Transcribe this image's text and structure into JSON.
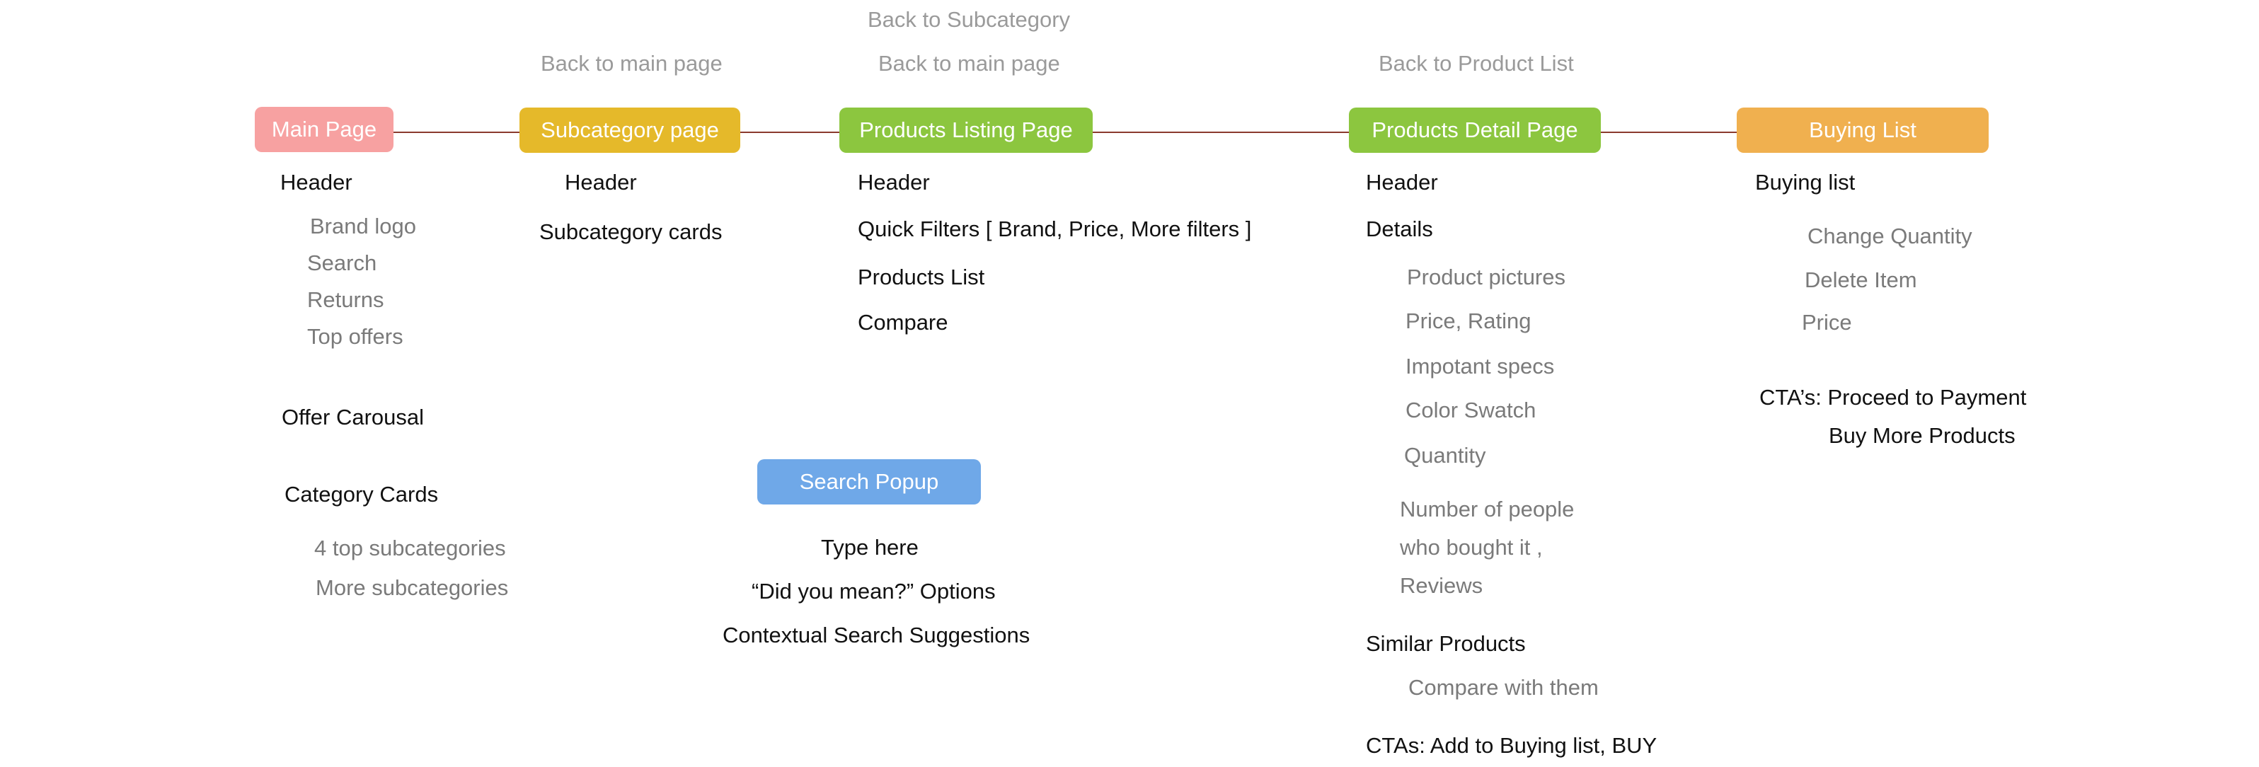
{
  "colors": {
    "main_page": "#f7a1a1",
    "subcategory": "#e5b92a",
    "listing": "#8cc63f",
    "detail": "#8cc63f",
    "buying": "#f0b04f",
    "search_popup": "#6fa8e8",
    "connector": "#8b3a2e"
  },
  "nodes": {
    "main_page": "Main Page",
    "subcategory": "Subcategory page",
    "listing": "Products Listing Page",
    "detail": "Products Detail Page",
    "buying": "Buying List",
    "search_popup": "Search Popup"
  },
  "back_links": {
    "sub_to_main": "Back to main page",
    "listing_to_sub": "Back to Subcategory",
    "listing_to_main": "Back to main page",
    "detail_to_list": "Back to Product List"
  },
  "main_page": {
    "header": "Header",
    "header_items": [
      "Brand logo",
      "Search",
      "Returns",
      "Top offers"
    ],
    "offer_carousel": "Offer Carousal",
    "category_cards": "Category Cards",
    "category_items": [
      "4 top subcategories",
      "More subcategories"
    ]
  },
  "subcategory": {
    "header": "Header",
    "cards": "Subcategory cards"
  },
  "listing": {
    "header": "Header",
    "quick_filters": "Quick Filters [ Brand, Price, More filters ]",
    "products_list": "Products List",
    "compare": "Compare"
  },
  "search_popup": {
    "items": [
      "Type here",
      "“Did you mean?” Options",
      "Contextual Search Suggestions"
    ]
  },
  "detail": {
    "header": "Header",
    "details": "Details",
    "detail_items": [
      "Product pictures",
      "Price, Rating",
      "Impotant specs",
      "Color Swatch",
      "Quantity"
    ],
    "people_lines": [
      "Number of people",
      "who bought it ,",
      "Reviews"
    ],
    "similar": "Similar Products",
    "compare_with": "Compare with them",
    "ctas": "CTAs: Add to Buying list, BUY"
  },
  "buying": {
    "title": "Buying list",
    "items": [
      "Change Quantity",
      "Delete Item",
      "Price"
    ],
    "cta_line1": "CTA’s: Proceed to Payment",
    "cta_line2": "Buy More Products"
  }
}
